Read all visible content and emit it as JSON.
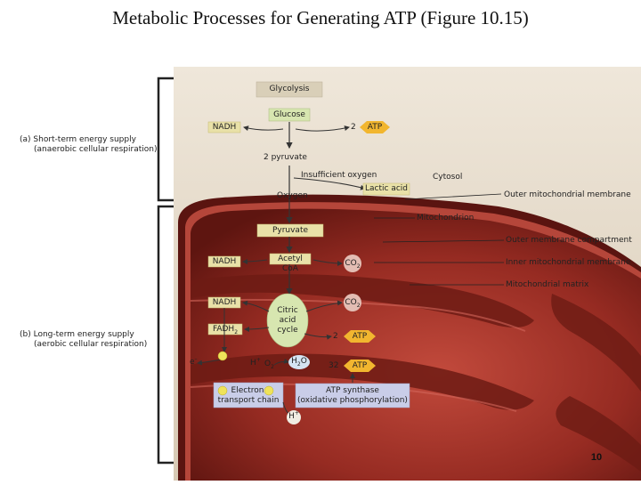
{
  "title": "Metabolic Processes for Generating ATP (Figure 10.15)",
  "page_number": "10",
  "colors": {
    "background_white": "#ffffff",
    "cytosol_tan": "#e2d7c6",
    "mito_dark_red": "#7a1d16",
    "mito_mid_red": "#a3322a",
    "matrix_red": "#c0453a",
    "bracket": "#222222",
    "arrow": "#333333",
    "glycolysis_box": "#d9cfb8",
    "glucose_box": "#d7e6b0",
    "yellow_box": "#e9e1a8",
    "blue_box": "#c9cde8",
    "atp_star": "#f2b62f",
    "electron_yellow": "#efe35a"
  },
  "sections": {
    "short_term": {
      "line1": "(a) Short-term energy supply",
      "line2": "(anaerobic cellular respiration)"
    },
    "long_term": {
      "line1": "(b) Long-term energy supply",
      "line2": "(aerobic cellular respiration)"
    }
  },
  "glycolysis": {
    "header": "Glycolysis",
    "glucose": "Glucose",
    "nadh": "NADH",
    "atp_count": "2",
    "atp": "ATP",
    "product": "2 pyruvate"
  },
  "branch": {
    "insufficient_oxygen": "Insufficient oxygen",
    "lactic_acid": "Lactic acid",
    "oxygen": "Oxygen"
  },
  "structures": {
    "cytosol": "Cytosol",
    "outer_membrane": "Outer mitochondrial membrane",
    "mitochondrion": "Mitochondrion",
    "outer_compartment": "Outer membrane compartment",
    "inner_membrane": "Inner mitochondrial membrane",
    "matrix": "Mitochondrial matrix"
  },
  "pyruvate_stage": {
    "pyruvate": "Pyruvate",
    "acetyl_coa": "Acetyl CoA",
    "nadh": "NADH",
    "co2": "CO",
    "co2_sub": "2"
  },
  "citric_cycle": {
    "nadh": "NADH",
    "fadh2": "FADH",
    "fadh2_sub": "2",
    "co2": "CO",
    "co2_sub": "2",
    "cycle_line1": "Citric",
    "cycle_line2": "acid",
    "cycle_line3": "cycle",
    "atp_count": "2",
    "atp": "ATP"
  },
  "etc": {
    "e_minus": "e",
    "e_sup": "–",
    "h_plus": "H",
    "h_sup": "+",
    "o2": "O",
    "o2_sub": "2",
    "h2o": "H",
    "h2o_sub": "2",
    "h2o_tail": "O",
    "atp_count": "32",
    "atp": "ATP",
    "etc_line1": "Electron",
    "etc_line2": "transport chain",
    "synthase_line1": "ATP synthase",
    "synthase_line2": "(oxidative phosphorylation)",
    "h_bottom": "H",
    "h_bottom_sup": "+"
  }
}
